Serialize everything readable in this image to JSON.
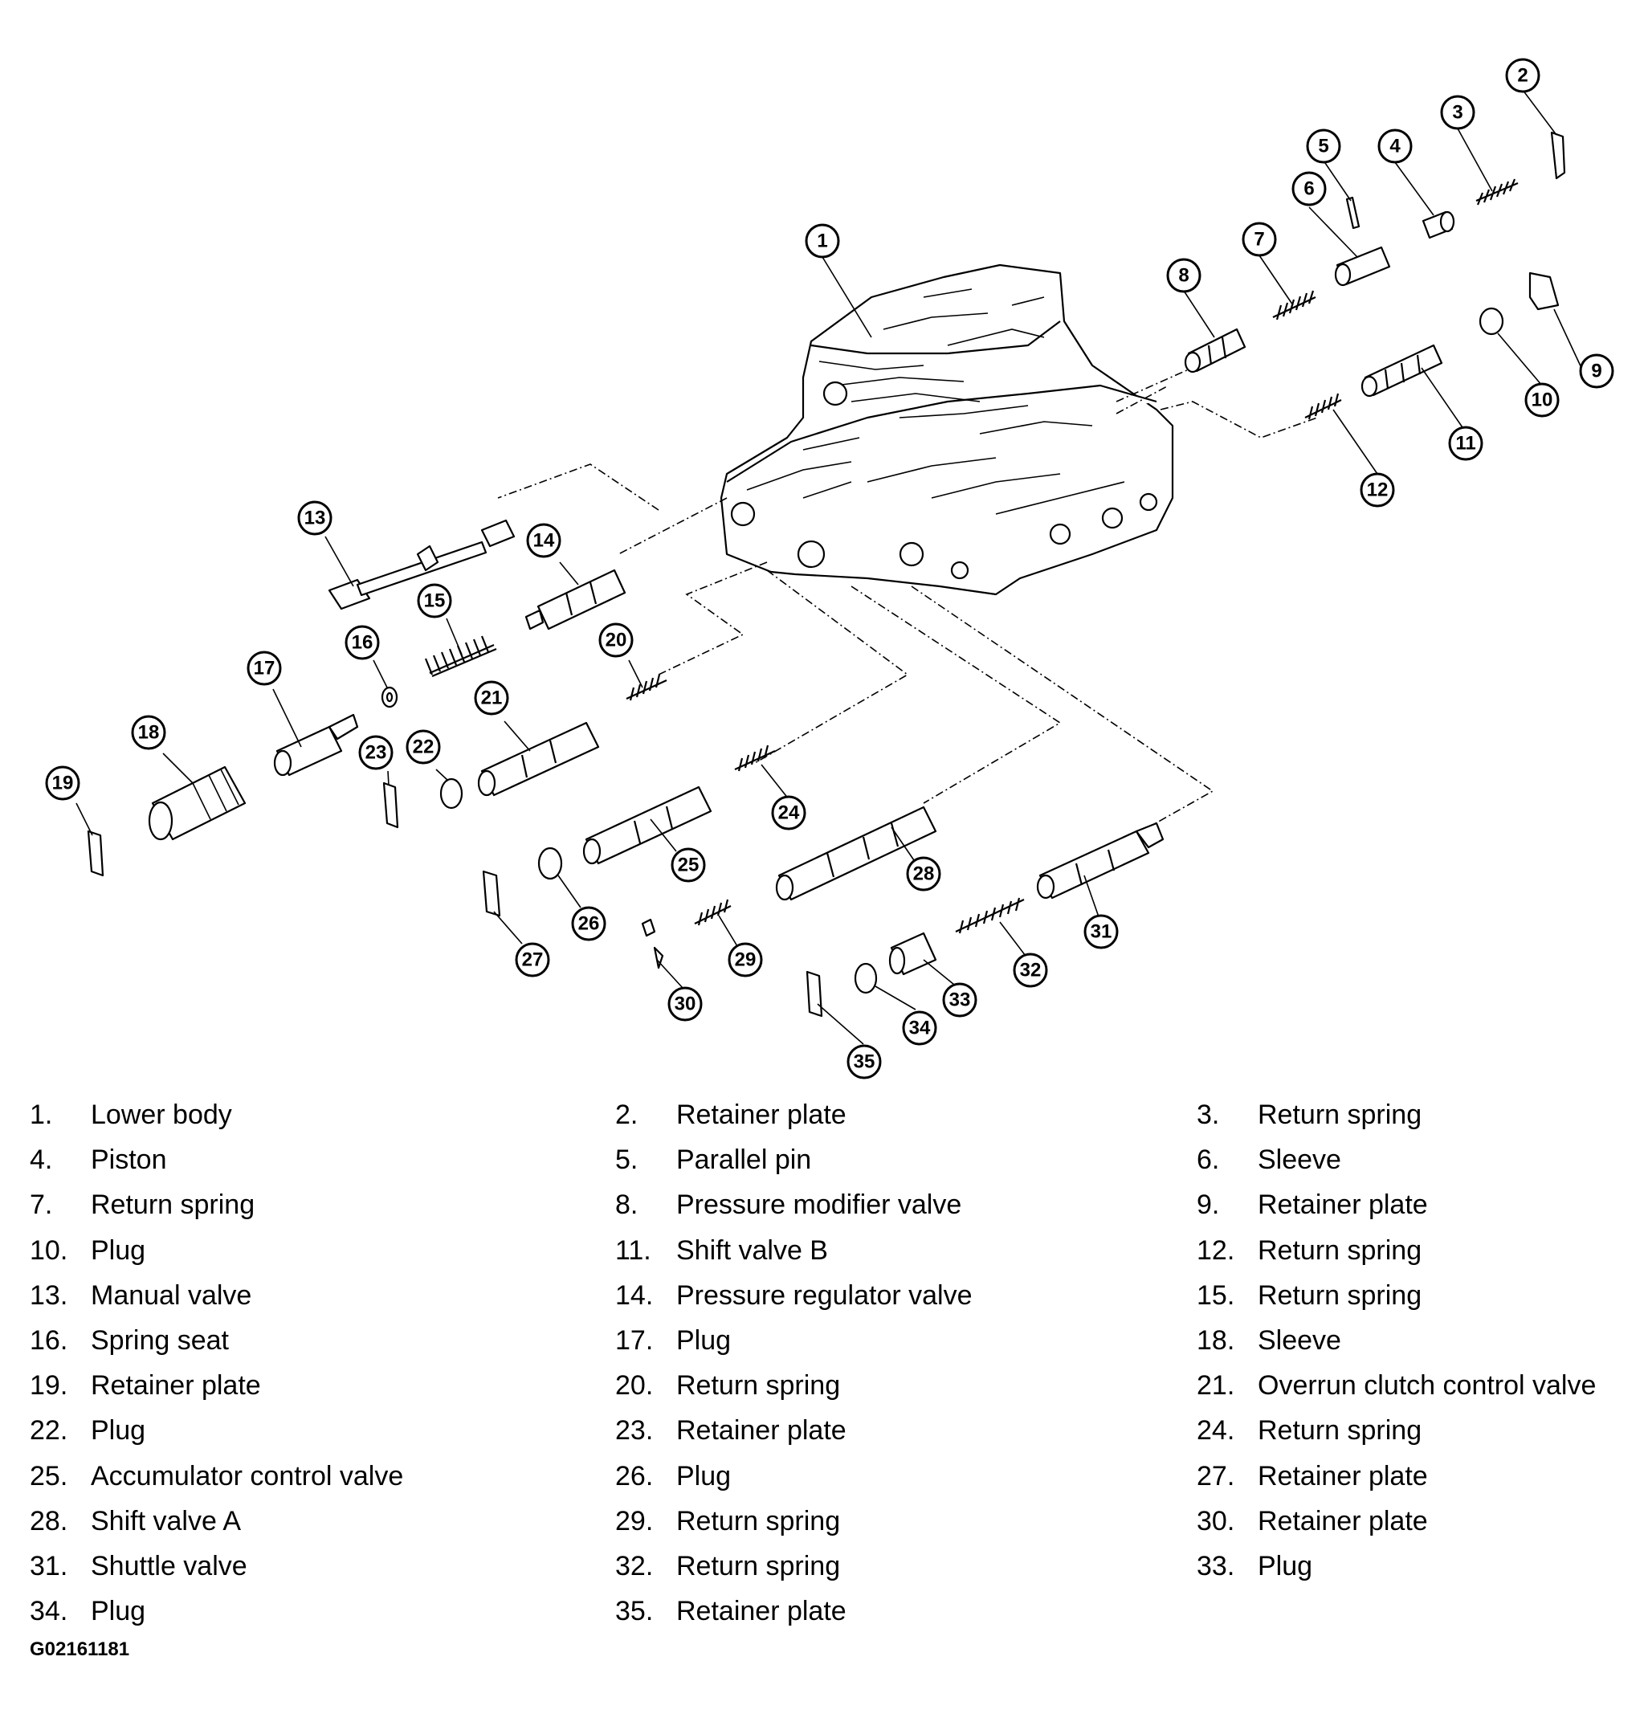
{
  "figure_id": "G02161181",
  "legend": [
    {
      "num": "1.",
      "label": "Lower body"
    },
    {
      "num": "2.",
      "label": "Retainer plate"
    },
    {
      "num": "3.",
      "label": "Return spring"
    },
    {
      "num": "4.",
      "label": "Piston"
    },
    {
      "num": "5.",
      "label": "Parallel pin"
    },
    {
      "num": "6.",
      "label": "Sleeve"
    },
    {
      "num": "7.",
      "label": "Return spring"
    },
    {
      "num": "8.",
      "label": "Pressure modifier valve"
    },
    {
      "num": "9.",
      "label": "Retainer plate"
    },
    {
      "num": "10.",
      "label": "Plug"
    },
    {
      "num": "11.",
      "label": "Shift valve B"
    },
    {
      "num": "12.",
      "label": "Return spring"
    },
    {
      "num": "13.",
      "label": "Manual valve"
    },
    {
      "num": "14.",
      "label": "Pressure regulator valve"
    },
    {
      "num": "15.",
      "label": "Return spring"
    },
    {
      "num": "16.",
      "label": "Spring seat"
    },
    {
      "num": "17.",
      "label": "Plug"
    },
    {
      "num": "18.",
      "label": "Sleeve"
    },
    {
      "num": "19.",
      "label": "Retainer plate"
    },
    {
      "num": "20.",
      "label": "Return spring"
    },
    {
      "num": "21.",
      "label": "Overrun clutch control valve"
    },
    {
      "num": "22.",
      "label": "Plug"
    },
    {
      "num": "23.",
      "label": "Retainer plate"
    },
    {
      "num": "24.",
      "label": "Return spring"
    },
    {
      "num": "25.",
      "label": "Accumulator control valve"
    },
    {
      "num": "26.",
      "label": "Plug"
    },
    {
      "num": "27.",
      "label": "Retainer plate"
    },
    {
      "num": "28.",
      "label": "Shift valve A"
    },
    {
      "num": "29.",
      "label": "Return spring"
    },
    {
      "num": "30.",
      "label": "Retainer plate"
    },
    {
      "num": "31.",
      "label": "Shuttle valve"
    },
    {
      "num": "32.",
      "label": "Return spring"
    },
    {
      "num": "33.",
      "label": "Plug"
    },
    {
      "num": "34.",
      "label": "Plug"
    },
    {
      "num": "35.",
      "label": "Retainer plate"
    }
  ],
  "callouts": [
    "1",
    "2",
    "3",
    "4",
    "5",
    "6",
    "7",
    "8",
    "9",
    "10",
    "11",
    "12",
    "13",
    "14",
    "15",
    "16",
    "17",
    "18",
    "19",
    "20",
    "21",
    "22",
    "23",
    "24",
    "25",
    "26",
    "27",
    "28",
    "29",
    "30",
    "31",
    "32",
    "33",
    "34",
    "35"
  ]
}
